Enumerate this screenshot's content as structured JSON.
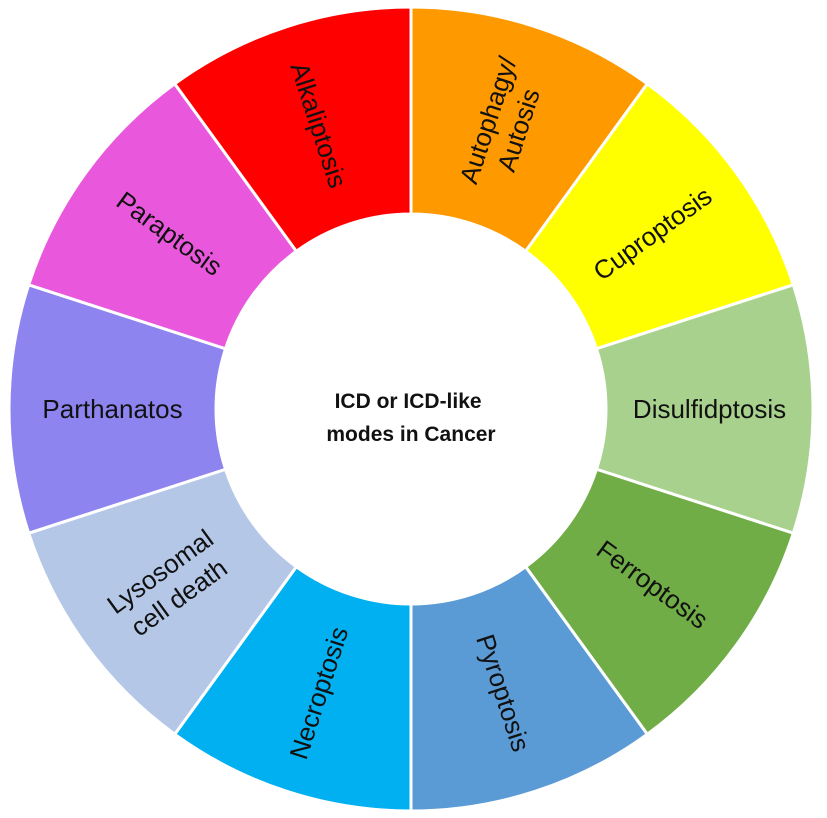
{
  "center": {
    "line1": "ICD or ICD-like",
    "line2": "modes in Cancer"
  },
  "segments": [
    {
      "lines": [
        "Autophagy/",
        "Autosis"
      ],
      "color": "#FF9900"
    },
    {
      "lines": [
        "Cuproptosis"
      ],
      "color": "#FFFF00"
    },
    {
      "lines": [
        "Disulfidptosis"
      ],
      "color": "#A9D18E"
    },
    {
      "lines": [
        "Ferroptosis"
      ],
      "color": "#70AD47"
    },
    {
      "lines": [
        "Pyroptosis"
      ],
      "color": "#5B9BD5"
    },
    {
      "lines": [
        "Necroptosis"
      ],
      "color": "#00B0F0"
    },
    {
      "lines": [
        "Lysosomal",
        "cell death"
      ],
      "color": "#B4C7E7"
    },
    {
      "lines": [
        "Parthanatos"
      ],
      "color": "#8E84EF"
    },
    {
      "lines": [
        "Paraptosis"
      ],
      "color": "#E958DC"
    },
    {
      "lines": [
        "Alkaliptosis"
      ],
      "color": "#FF0000"
    }
  ]
}
